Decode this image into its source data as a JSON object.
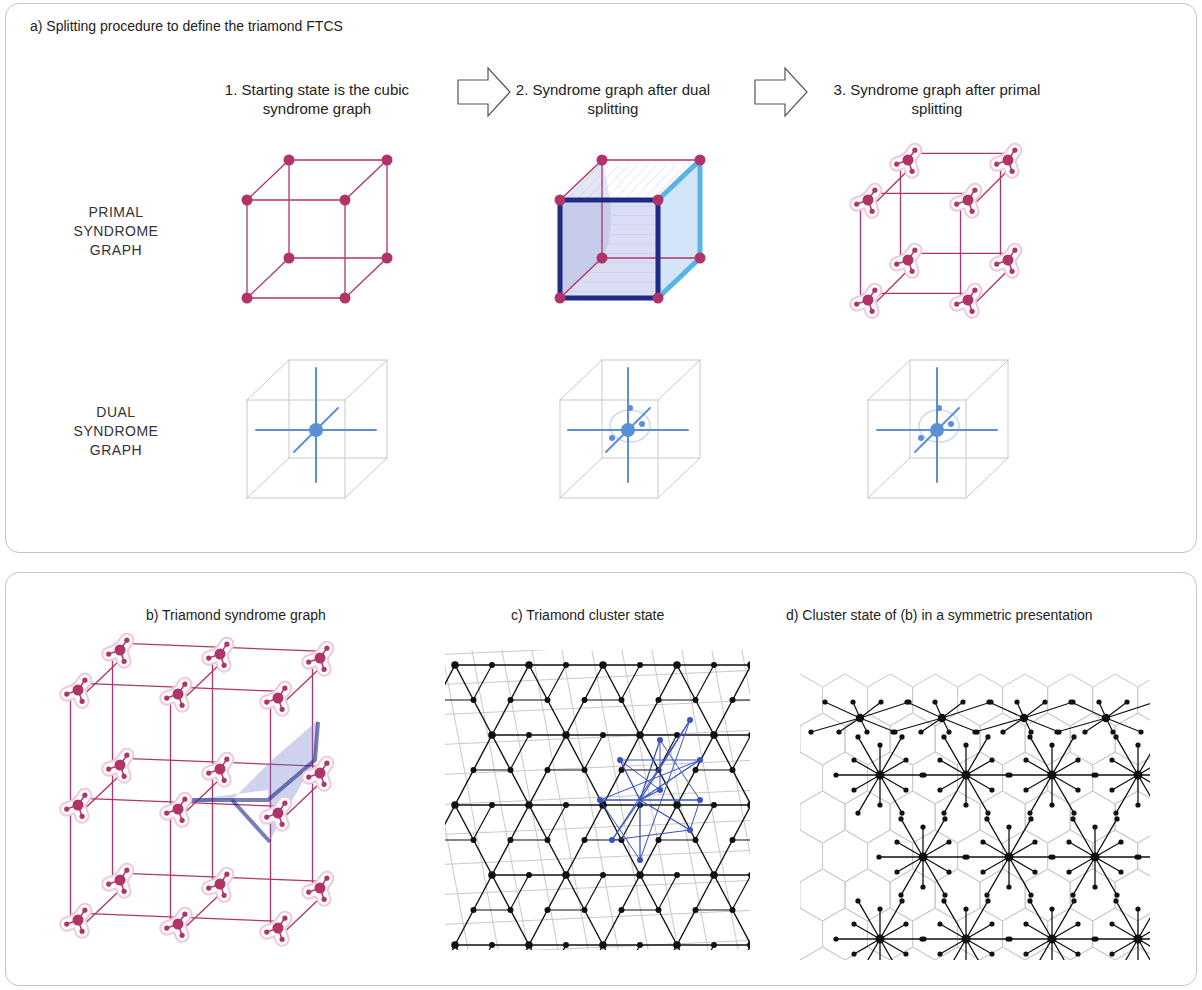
{
  "diagram": {
    "nodes": [
      {
        "text": [
          "a) Splitting procedure to define the triamond FTCS"
        ]
      },
      {
        "text": [
          "b) Triamond syndrome graph",
          "c) Triamond cluster state",
          "d) Cluster state of (b) in a symmetric presentation"
        ]
      }
    ],
    "labels": [
      "1. Starting state is the cubic syndrome graph",
      "2. Syndrome graph after dual splitting",
      "3. Syndrome graph after primal splitting",
      "PRIMAL SYNDROME GRAPH",
      "DUAL SYNDROME GRAPH"
    ]
  }
}
